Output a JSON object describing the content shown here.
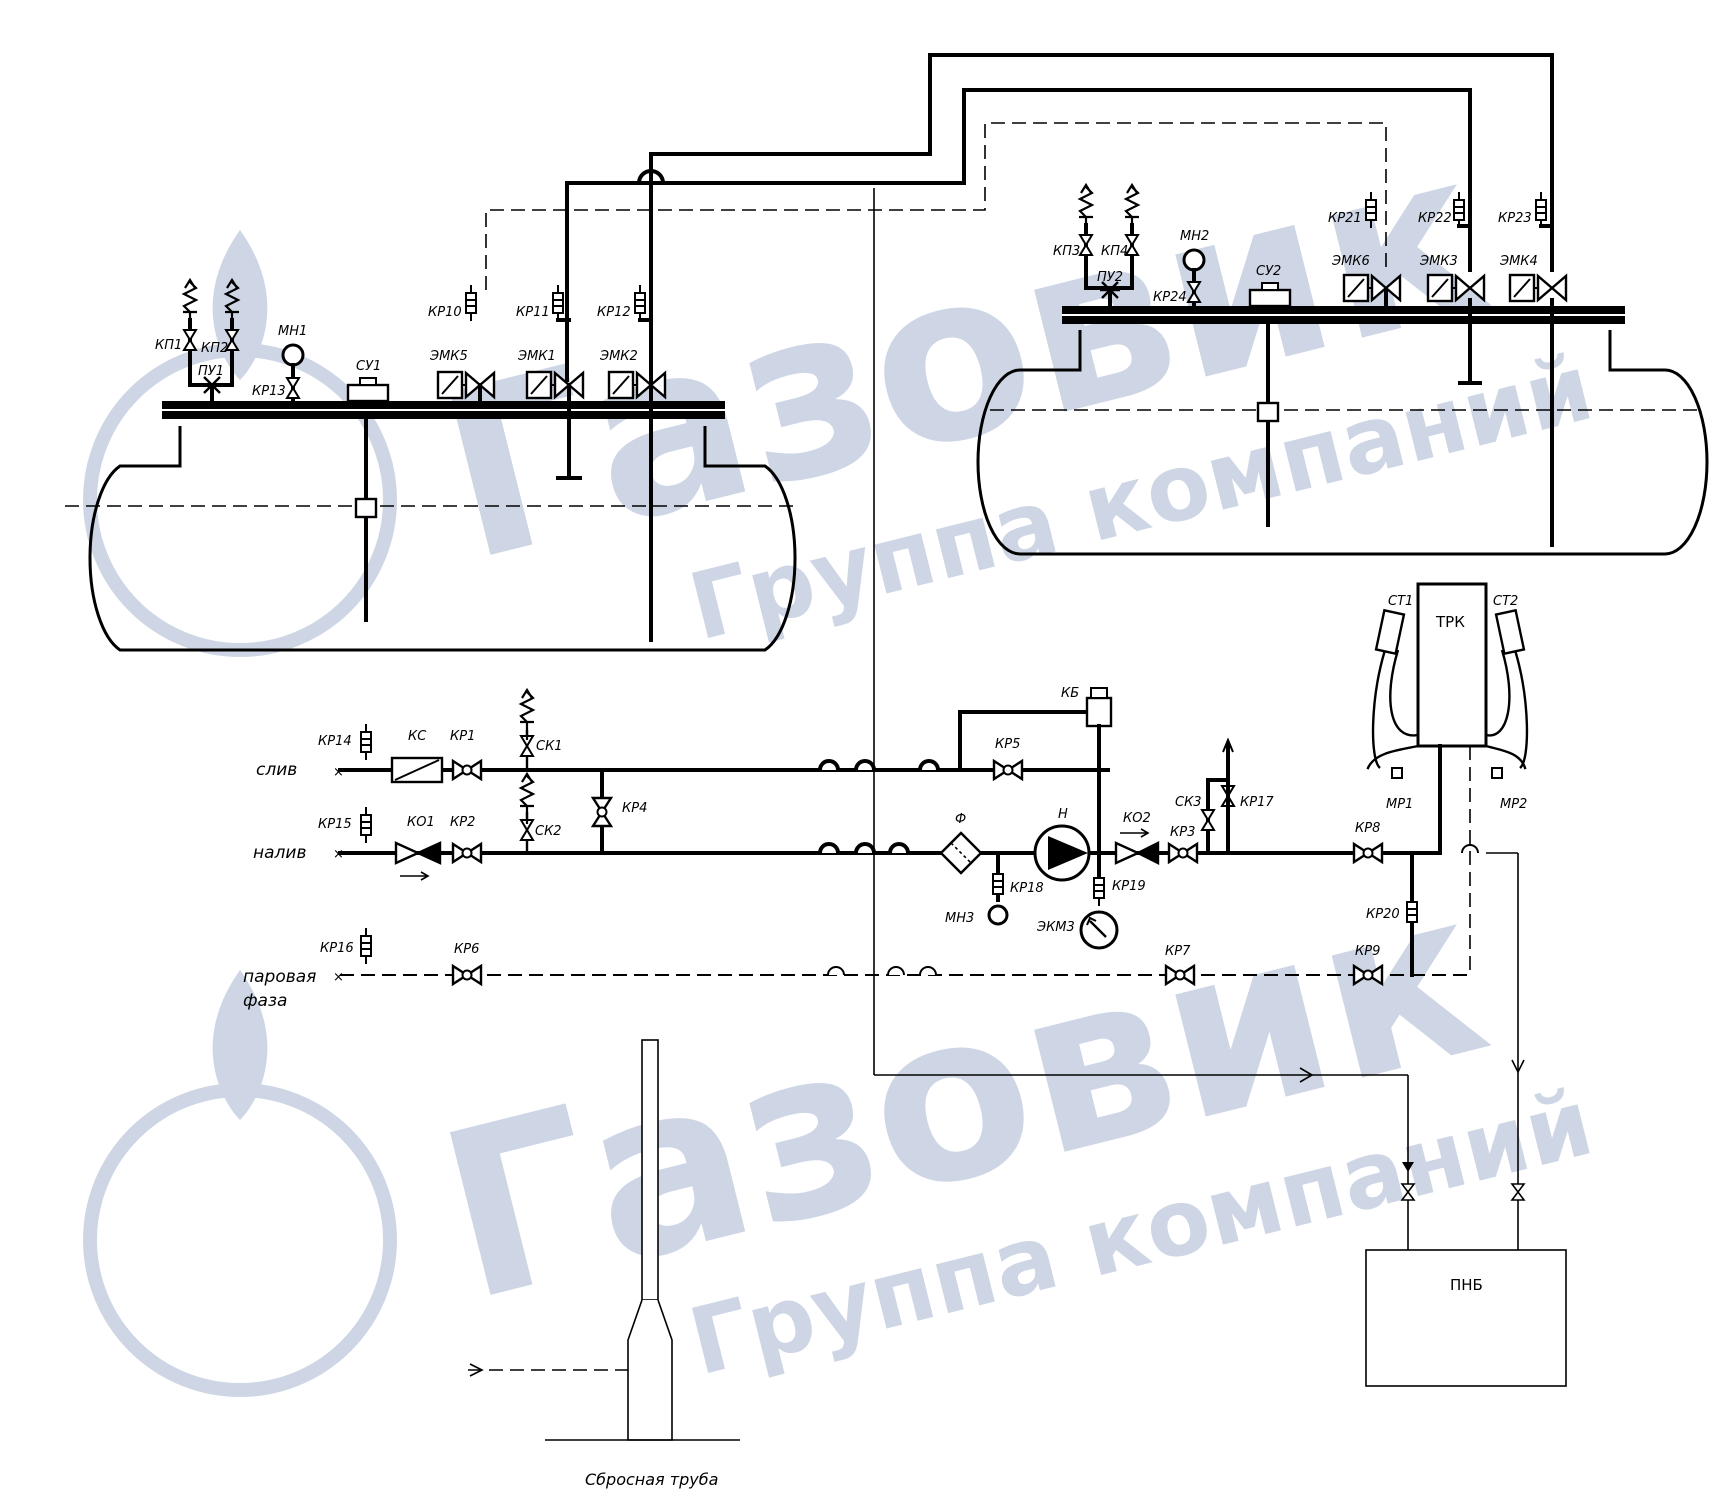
{
  "watermark": {
    "brand": "Газовик",
    "tagline": "Группа компаний",
    "color": "#c9d2e3"
  },
  "tank1": {
    "valves": [
      "КП1",
      "КП2"
    ],
    "safety": "ПУ1",
    "gauge": "МН1",
    "tap": "КР13",
    "level": "СУ1",
    "emk": [
      "ЭМК5",
      "ЭМК1",
      "ЭМК2"
    ],
    "kr": [
      "КР10",
      "КР11",
      "КР12"
    ]
  },
  "tank2": {
    "valves": [
      "КП3",
      "КП4"
    ],
    "safety": "ПУ2",
    "gauge": "МН2",
    "tap": "КР24",
    "level": "СУ2",
    "emk": [
      "ЭМК6",
      "ЭМК3",
      "ЭМК4"
    ],
    "kr": [
      "КР21",
      "КР22",
      "КР23"
    ]
  },
  "lines": {
    "sliv": "слив",
    "naliv": "налив",
    "vapor_1": "паровая",
    "vapor_2": "фаза"
  },
  "equipment": {
    "kr14": "КР14",
    "kr15": "КР15",
    "kr16": "КР16",
    "ks": "КС",
    "kr1": "КР1",
    "sk1": "СК1",
    "ko1": "КО1",
    "kr2": "КР2",
    "sk2": "СК2",
    "kr4": "КР4",
    "kr6": "КР6",
    "kb": "КБ",
    "kr5": "КР5",
    "filter": "Ф",
    "pump": "Н",
    "kr18": "КР18",
    "mn3": "МН3",
    "kr19": "КР19",
    "ekm3": "ЭКМ3",
    "ko2": "КО2",
    "kr3": "КР3",
    "sk3": "СК3",
    "kr17": "КР17",
    "kr7": "КР7",
    "kr8": "КР8",
    "kr9": "КР9",
    "kr20": "КР20",
    "trk": "ТРК",
    "st1": "СТ1",
    "st2": "СТ2",
    "mr1": "МР1",
    "mr2": "МР2",
    "pnb": "ПНБ",
    "vent": "Сбросная труба"
  }
}
